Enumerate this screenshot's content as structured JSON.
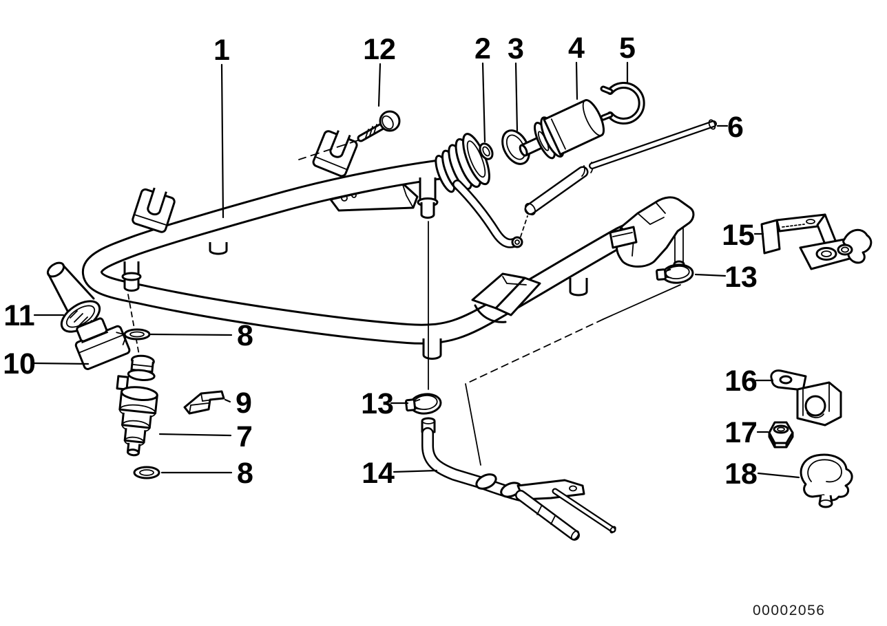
{
  "colors": {
    "ink": "#000000",
    "background": "#ffffff"
  },
  "diagram": {
    "doc_number": "00002056",
    "callouts": {
      "c1": {
        "label": "1"
      },
      "c2": {
        "label": "2"
      },
      "c3": {
        "label": "3"
      },
      "c4": {
        "label": "4"
      },
      "c5": {
        "label": "5"
      },
      "c6": {
        "label": "6"
      },
      "c7": {
        "label": "7"
      },
      "c8a": {
        "label": "8"
      },
      "c8b": {
        "label": "8"
      },
      "c9": {
        "label": "9"
      },
      "c10": {
        "label": "10"
      },
      "c11": {
        "label": "11"
      },
      "c12": {
        "label": "12"
      },
      "c13a": {
        "label": "13"
      },
      "c13b": {
        "label": "13"
      },
      "c14": {
        "label": "14"
      },
      "c15": {
        "label": "15"
      },
      "c16": {
        "label": "16"
      },
      "c17": {
        "label": "17"
      },
      "c18": {
        "label": "18"
      }
    }
  }
}
